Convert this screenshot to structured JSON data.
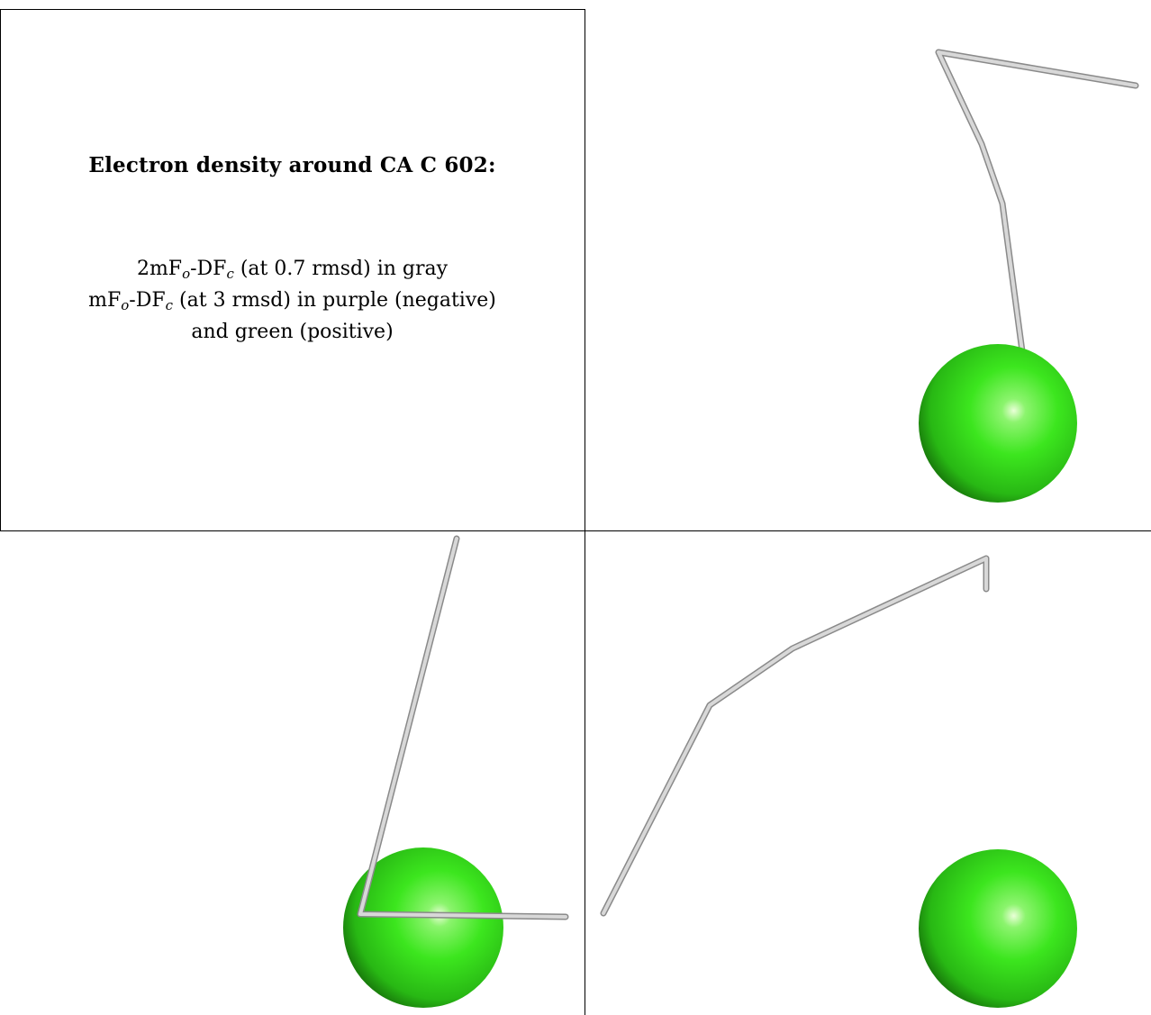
{
  "panel_title": "Electron density around CA C 602:",
  "legend": {
    "line1": {
      "map_prefix": "2mF",
      "map_sub_o": "o",
      "map_mid": "-DF",
      "map_sub_c": "c",
      "rest": " (at 0.7 rmsd) in gray"
    },
    "line2": {
      "map_prefix": "mF",
      "map_sub_o": "o",
      "map_mid": "-DF",
      "map_sub_c": "c",
      "rest": " (at 3 rmsd) in purple (negative)"
    },
    "line3": "and green (positive)"
  },
  "colors": {
    "ion_sphere": "#3ce61e",
    "backbone_trace": "#c8c8c8"
  },
  "views": [
    {
      "name": "view-top-right",
      "atom": "calcium-ion-sphere",
      "trace": "backbone-trace"
    },
    {
      "name": "view-bottom-left",
      "atom": "calcium-ion-sphere",
      "trace": "backbone-trace"
    },
    {
      "name": "view-bottom-right",
      "atom": "calcium-ion-sphere",
      "trace": "backbone-trace"
    }
  ]
}
